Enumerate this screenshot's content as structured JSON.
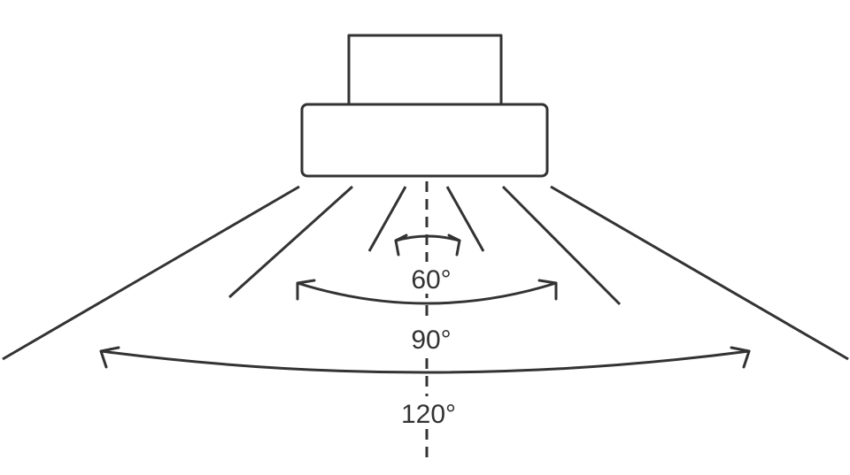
{
  "diagram": {
    "angles": [
      {
        "label": "60°"
      },
      {
        "label": "90°"
      },
      {
        "label": "120°"
      }
    ]
  }
}
